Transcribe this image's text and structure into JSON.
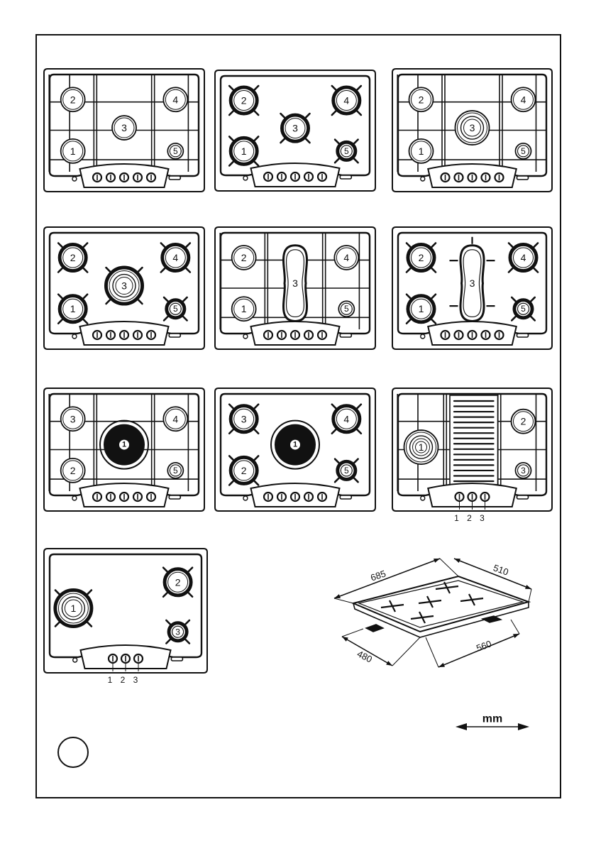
{
  "hobs": [
    {
      "variant": "grid5",
      "burners": [
        {
          "label": "2",
          "kind": "std"
        },
        {
          "label": "1",
          "kind": "std"
        },
        {
          "label": "3",
          "kind": "std"
        },
        {
          "label": "4",
          "kind": "std"
        },
        {
          "label": "5",
          "kind": "circled"
        }
      ]
    },
    {
      "variant": "pan5",
      "burners": [
        {
          "label": "2",
          "kind": "std"
        },
        {
          "label": "1",
          "kind": "std"
        },
        {
          "label": "3",
          "kind": "std"
        },
        {
          "label": "4",
          "kind": "std"
        },
        {
          "label": "5",
          "kind": "circled"
        }
      ]
    },
    {
      "variant": "grid5",
      "burners": [
        {
          "label": "2",
          "kind": "std"
        },
        {
          "label": "1",
          "kind": "std"
        },
        {
          "label": "3",
          "kind": "triple"
        },
        {
          "label": "4",
          "kind": "std"
        },
        {
          "label": "5",
          "kind": "circled"
        }
      ]
    },
    {
      "variant": "pan5",
      "burners": [
        {
          "label": "2",
          "kind": "std"
        },
        {
          "label": "1",
          "kind": "std"
        },
        {
          "label": "3",
          "kind": "triple"
        },
        {
          "label": "4",
          "kind": "std"
        },
        {
          "label": "5",
          "kind": "circled"
        }
      ]
    },
    {
      "variant": "grid-oval",
      "burners": [
        {
          "label": "2",
          "kind": "std"
        },
        {
          "label": "1",
          "kind": "std"
        },
        {
          "label": "3",
          "kind": "oval"
        },
        {
          "label": "4",
          "kind": "std"
        },
        {
          "label": "5",
          "kind": "circled"
        }
      ]
    },
    {
      "variant": "pan-oval",
      "burners": [
        {
          "label": "2",
          "kind": "std"
        },
        {
          "label": "1",
          "kind": "std"
        },
        {
          "label": "3",
          "kind": "oval"
        },
        {
          "label": "4",
          "kind": "std"
        },
        {
          "label": "5",
          "kind": "circled"
        }
      ]
    },
    {
      "variant": "grid-plate",
      "burners": [
        {
          "label": "3",
          "kind": "std"
        },
        {
          "label": "2",
          "kind": "std"
        },
        {
          "label": "1",
          "kind": "plate"
        },
        {
          "label": "4",
          "kind": "std"
        },
        {
          "label": "5",
          "kind": "circled"
        }
      ]
    },
    {
      "variant": "pan-plate",
      "burners": [
        {
          "label": "3",
          "kind": "std"
        },
        {
          "label": "2",
          "kind": "std"
        },
        {
          "label": "1",
          "kind": "plate"
        },
        {
          "label": "4",
          "kind": "std"
        },
        {
          "label": "5",
          "kind": "circled"
        }
      ]
    },
    {
      "variant": "grid-griddle",
      "burners": [
        {
          "label": "1",
          "kind": "triple-circled"
        },
        {
          "label": "2",
          "kind": "std"
        },
        {
          "label": "3",
          "kind": "circled"
        }
      ],
      "knob_labels": [
        "1",
        "2",
        "3"
      ]
    },
    {
      "variant": "pan3",
      "burners": [
        {
          "label": "1",
          "kind": "triple"
        },
        {
          "label": "2",
          "kind": "std"
        },
        {
          "label": "3",
          "kind": "circled"
        }
      ],
      "knob_labels": [
        "1",
        "2",
        "3"
      ]
    }
  ],
  "dimensions": {
    "top_width": "685",
    "top_depth": "510",
    "cutout_depth": "480",
    "cutout_width": "560"
  },
  "unit": "mm"
}
